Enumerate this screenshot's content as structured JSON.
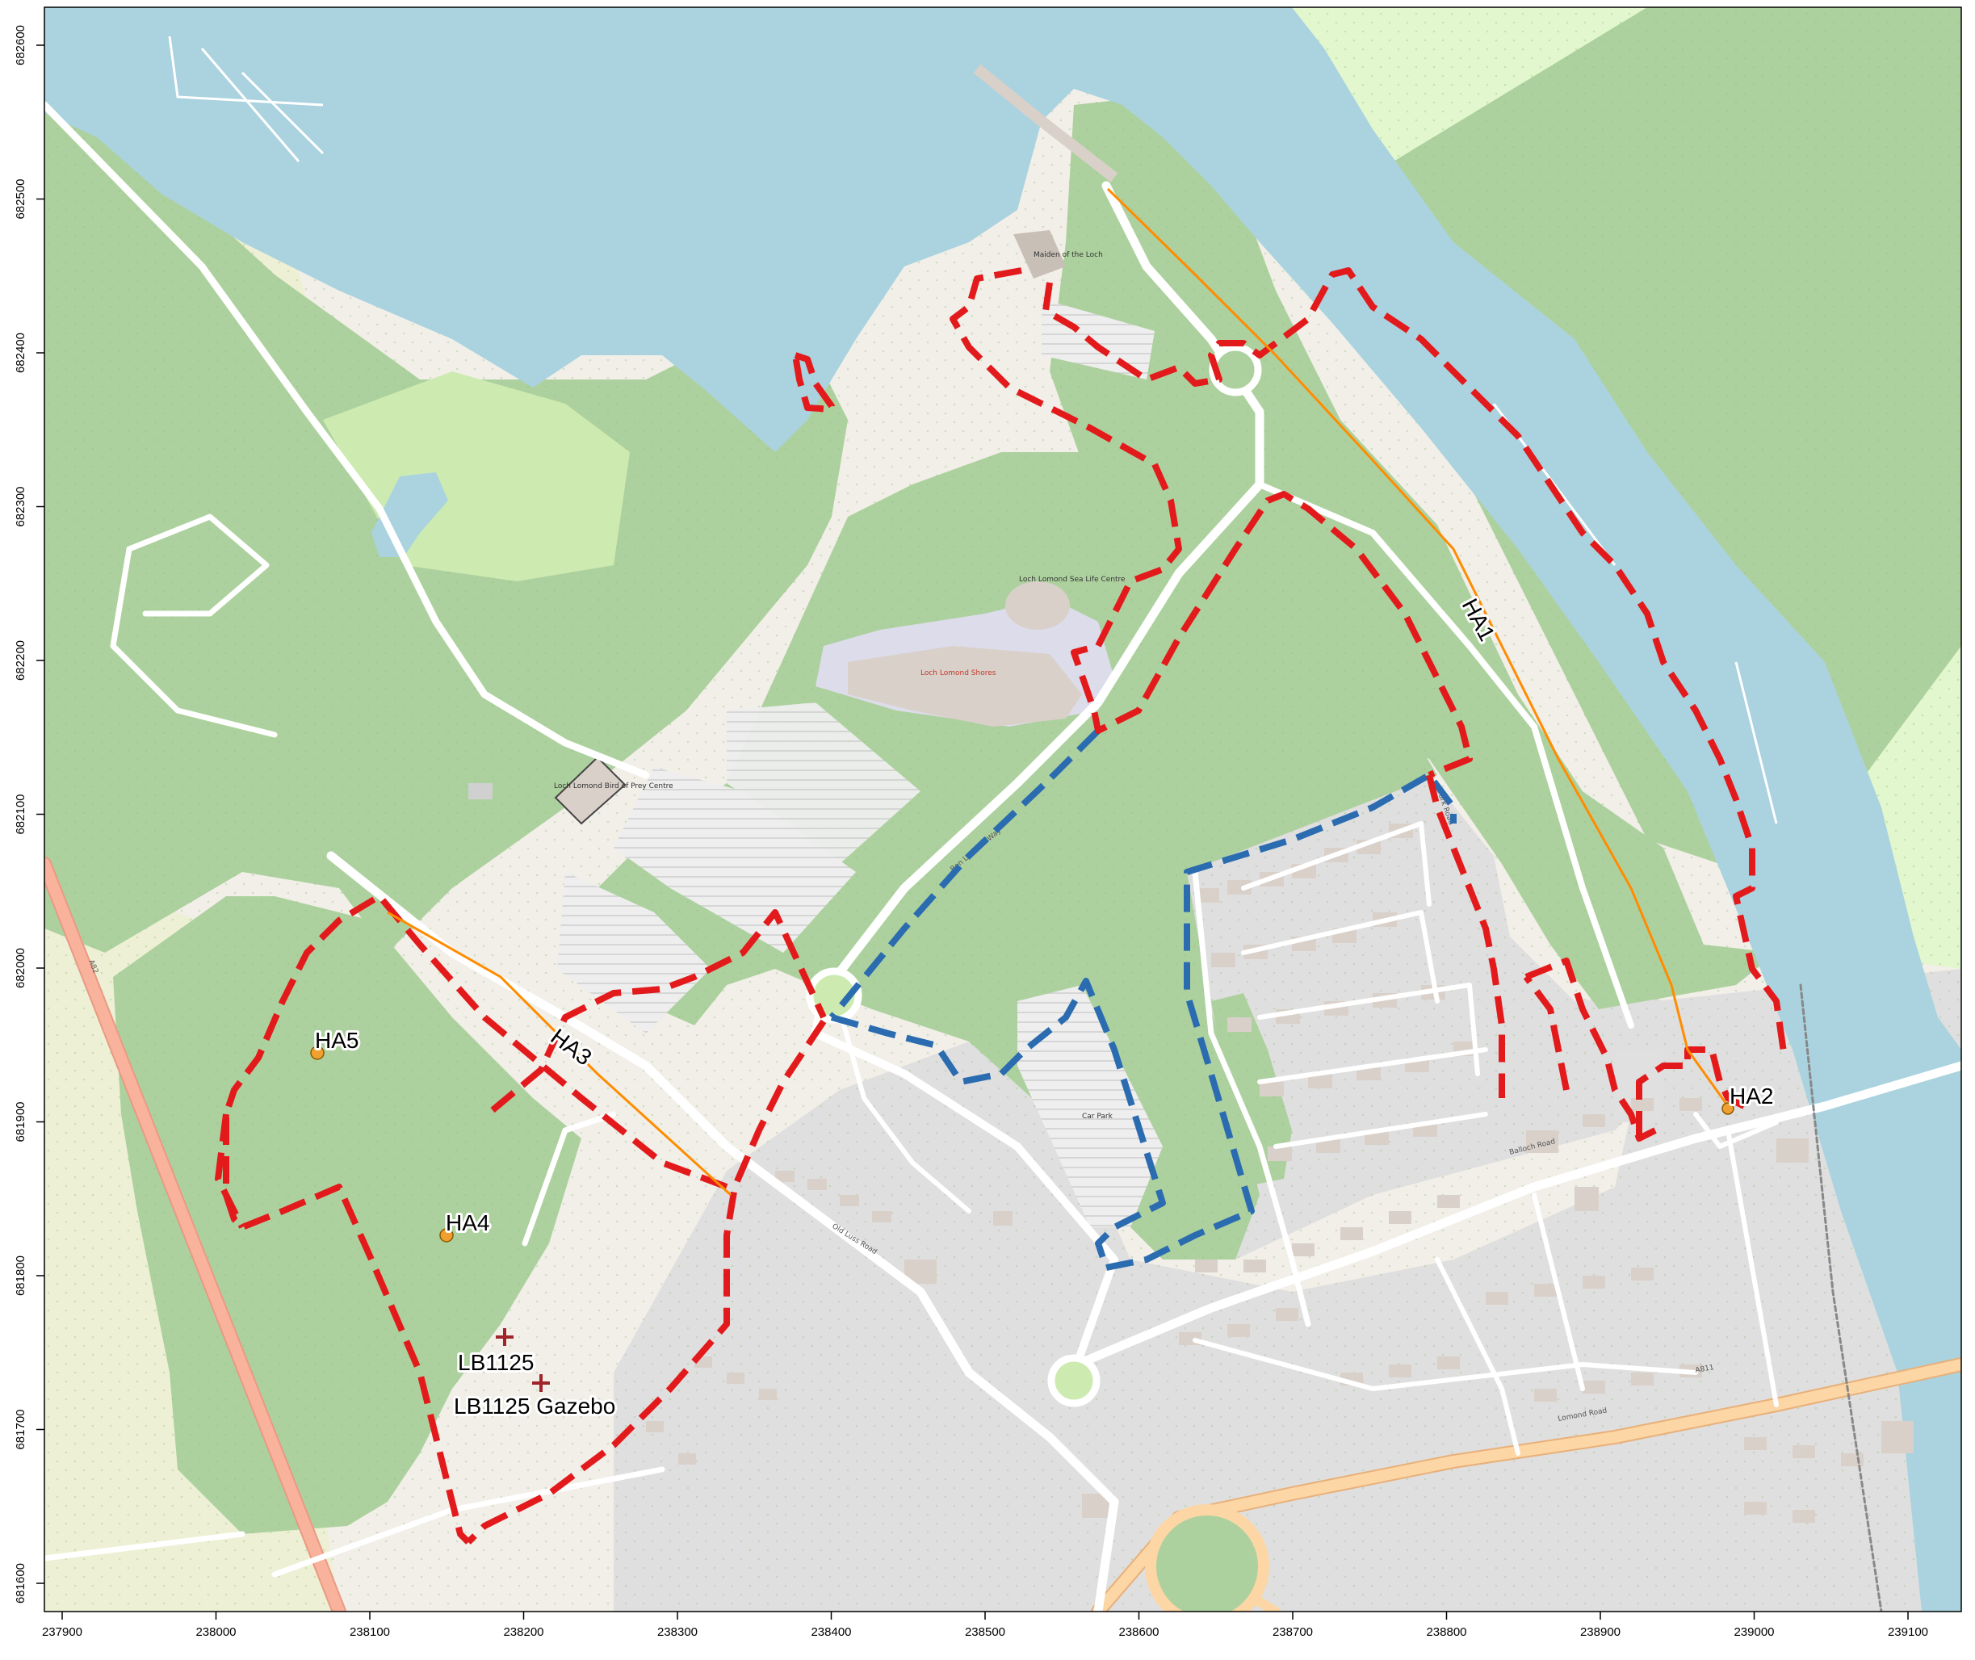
{
  "axes": {
    "x_ticks": [
      "237900",
      "238000",
      "238100",
      "238200",
      "238300",
      "238400",
      "238500",
      "238600",
      "238700",
      "238800",
      "238900",
      "239000",
      "239100"
    ],
    "y_ticks": [
      "682600",
      "682500",
      "682400",
      "682300",
      "682200",
      "682100",
      "682000",
      "681900",
      "681800",
      "681700",
      "681600"
    ]
  },
  "labels": {
    "ha1": "HA1",
    "ha2": "HA2",
    "ha3": "HA3",
    "ha4": "HA4",
    "ha5": "HA5",
    "lb1125": "LB1125",
    "lb1125_gazebo": "LB1125 Gazebo"
  },
  "basemap_text": {
    "loch_lomond_shores": "Loch Lomond Shores",
    "sea_life": "Loch Lomond Sea Life Centre",
    "maiden_of_the_loch": "Maiden of the Loch",
    "park_road": "Park Road",
    "balloch_road": "Balloch Road",
    "old_luss_road": "Old Luss Road",
    "ben_lomond_way": "Ben Lomond Way",
    "lomond_road": "Lomond Road",
    "a82": "A82",
    "a811": "A811",
    "birds_of_prey": "Loch Lomond Bird of Prey Centre",
    "car_park": "Car Park"
  },
  "colors": {
    "water": "#aad3df",
    "forest": "#add19e",
    "grass": "#cdebb0",
    "meadow": "#e2f7ce",
    "residential": "#e0dfdf",
    "farmland": "#eef0d5",
    "building": "#d9d0c9",
    "red_boundary": "#e31a1c",
    "blue_boundary": "#2b6cb0",
    "orange_route": "#ff8c00",
    "a_road": "#f9b29c",
    "b_road": "#fcd6a4"
  }
}
